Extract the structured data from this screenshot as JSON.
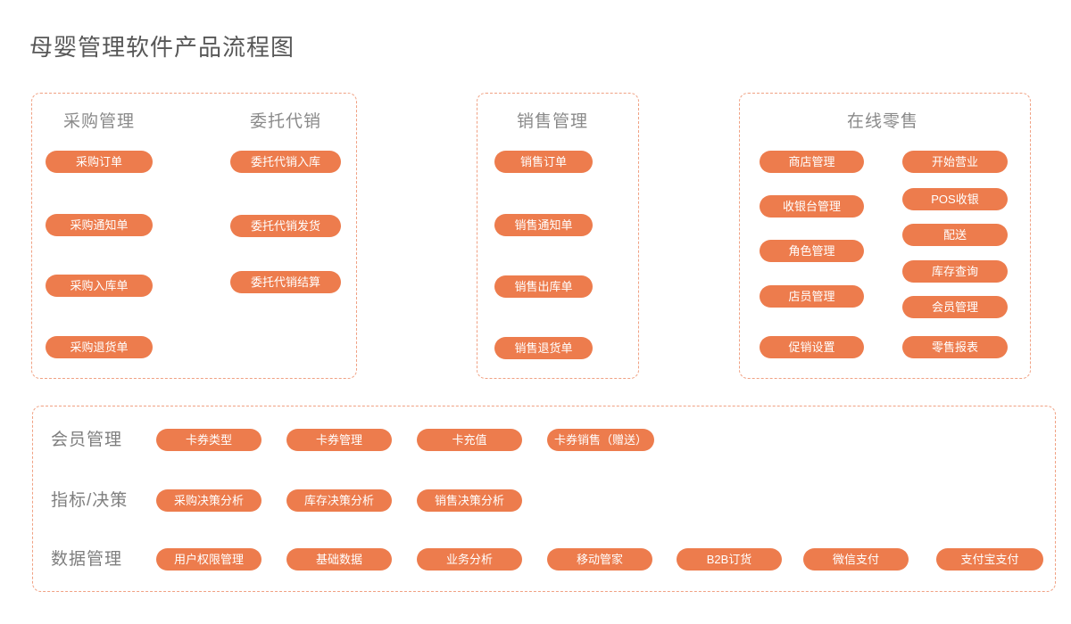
{
  "title": "母婴管理软件产品流程图",
  "colors": {
    "accent": "#ED7C4D",
    "panel_border": "#F0A183",
    "title_text": "#575757",
    "header_text": "#8A8A8A",
    "button_text": "#FFFFFF"
  },
  "panels": {
    "procurement": {
      "header": "采购管理",
      "buttons": [
        "采购订单",
        "采购通知单",
        "采购入库单",
        "采购退货单"
      ]
    },
    "consignment": {
      "header": "委托代销",
      "buttons": [
        "委托代销入库",
        "委托代销发货",
        "委托代销结算"
      ]
    },
    "sales": {
      "header": "销售管理",
      "buttons": [
        "销售订单",
        "销售通知单",
        "销售出库单",
        "销售退货单"
      ]
    },
    "online_retail": {
      "header": "在线零售",
      "col1": [
        "商店管理",
        "收银台管理",
        "角色管理",
        "店员管理",
        "促销设置"
      ],
      "col2": [
        "开始营业",
        "POS收银",
        "配送",
        "库存查询",
        "会员管理",
        "零售报表"
      ]
    }
  },
  "bottom": {
    "rows": [
      {
        "label": "会员管理",
        "buttons": [
          "卡券类型",
          "卡券管理",
          "卡充值",
          "卡券销售（赠送）"
        ]
      },
      {
        "label": "指标/决策",
        "buttons": [
          "采购决策分析",
          "库存决策分析",
          "销售决策分析"
        ]
      },
      {
        "label": "数据管理",
        "buttons": [
          "用户权限管理",
          "基础数据",
          "业务分析",
          "移动管家",
          "B2B订货",
          "微信支付",
          "支付宝支付"
        ]
      }
    ]
  }
}
